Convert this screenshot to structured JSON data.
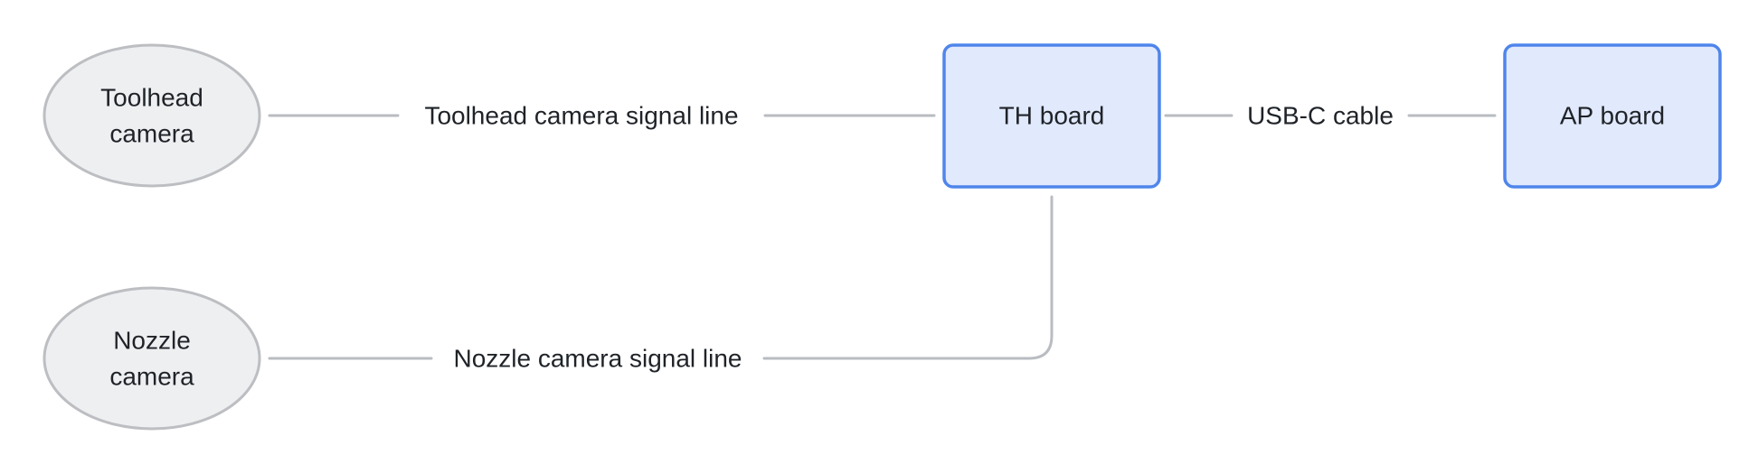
{
  "diagram": {
    "nodes": {
      "toolhead_camera": {
        "line1": "Toolhead",
        "line2": "camera",
        "shape": "ellipse",
        "fill": "#eeeff1",
        "stroke": "#bcbec2"
      },
      "nozzle_camera": {
        "line1": "Nozzle",
        "line2": "camera",
        "shape": "ellipse",
        "fill": "#eeeff1",
        "stroke": "#bcbec2"
      },
      "th_board": {
        "label": "TH board",
        "shape": "rounded-rect",
        "fill": "#e1e9fd",
        "stroke": "#4f85eb"
      },
      "ap_board": {
        "label": "AP board",
        "shape": "rounded-rect",
        "fill": "#e1e9fd",
        "stroke": "#4f85eb"
      }
    },
    "edges": {
      "toolhead_signal": {
        "label": "Toolhead camera signal line",
        "from": "Toolhead camera",
        "to": "TH board"
      },
      "usb_c": {
        "label": "USB-C cable",
        "from": "TH board",
        "to": "AP board"
      },
      "nozzle_signal": {
        "label": "Nozzle camera signal line",
        "from": "Nozzle camera",
        "to": "TH board"
      }
    },
    "edge_color": "#b9bcc1"
  }
}
